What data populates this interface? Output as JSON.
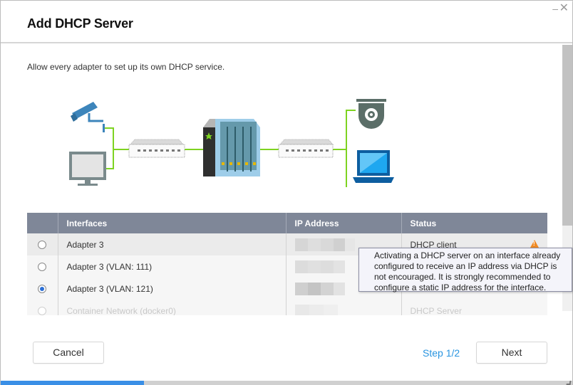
{
  "window": {
    "title": "Add DHCP Server",
    "minimize_icon": "minimize-icon",
    "close_icon": "close-icon",
    "minimize_glyph": "–",
    "close_glyph": "✕"
  },
  "intro_text": "Allow every adapter to set up its own DHCP service.",
  "diagram": {
    "left_devices": [
      "security-camera-icon",
      "monitor-icon"
    ],
    "center": [
      "network-switch-icon",
      "nas-server-icon",
      "network-switch-icon"
    ],
    "right_devices": [
      "dome-camera-icon",
      "laptop-icon"
    ],
    "link_color": "#7ed321"
  },
  "table": {
    "headers": {
      "select": "",
      "interfaces": "Interfaces",
      "ip_address": "IP Address",
      "status": "Status"
    },
    "rows": [
      {
        "interface": "Adapter 3",
        "ip_address": "",
        "status": "DHCP client",
        "selected": false,
        "disabled": false,
        "warning": true
      },
      {
        "interface": "Adapter 3 (VLAN: 111)",
        "ip_address": "",
        "status": "",
        "selected": false,
        "disabled": false,
        "warning": false
      },
      {
        "interface": "Adapter 3 (VLAN: 121)",
        "ip_address": "",
        "status": "",
        "selected": true,
        "disabled": false,
        "warning": false
      },
      {
        "interface": "Container Network (docker0)",
        "ip_address": "",
        "status": "DHCP Server",
        "selected": false,
        "disabled": true,
        "warning": false
      }
    ]
  },
  "tooltip": {
    "text": "Activating a DHCP server on an interface already configured to receive an IP address via DHCP is not encouraged. It is strongly recommended to configure a static IP address for the interface."
  },
  "footer": {
    "cancel_label": "Cancel",
    "step_label": "Step 1/2",
    "next_label": "Next"
  },
  "progress": {
    "percent": 25
  },
  "colors": {
    "accent": "#2a95e0",
    "header_bg": "#7f8798",
    "warning": "#f08a24",
    "progress": "#3a8fe6"
  }
}
